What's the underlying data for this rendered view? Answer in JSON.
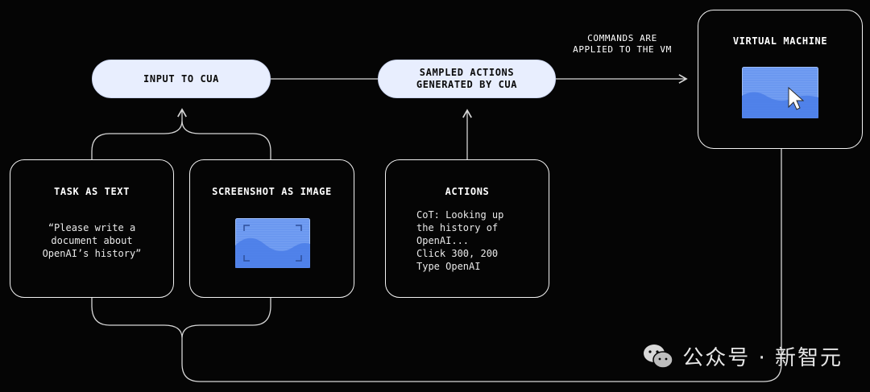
{
  "nodes": {
    "input_to_cua": "INPUT TO CUA",
    "sampled_actions": [
      "SAMPLED ACTIONS",
      "GENERATED BY CUA"
    ],
    "commands_label": [
      "COMMANDS ARE",
      "APPLIED TO THE VM"
    ],
    "virtual_machine": "VIRTUAL MACHINE"
  },
  "cards": {
    "task": {
      "title": "TASK AS TEXT",
      "body": "“Please write a\ndocument about\nOpenAI’s history”"
    },
    "screenshot": {
      "title": "SCREENSHOT AS IMAGE"
    },
    "actions": {
      "title": "ACTIONS",
      "body": "CoT: Looking up\nthe history of\nOpenAI...\nClick 300, 200\nType OpenAI"
    }
  },
  "watermark": {
    "text": "公众号 · 新智元",
    "icon": "wechat-icon"
  },
  "colors": {
    "background": "#050505",
    "pill_fill": "#e8eefe",
    "screen_blue": "#5b8def",
    "line": "#d6d6d6"
  }
}
